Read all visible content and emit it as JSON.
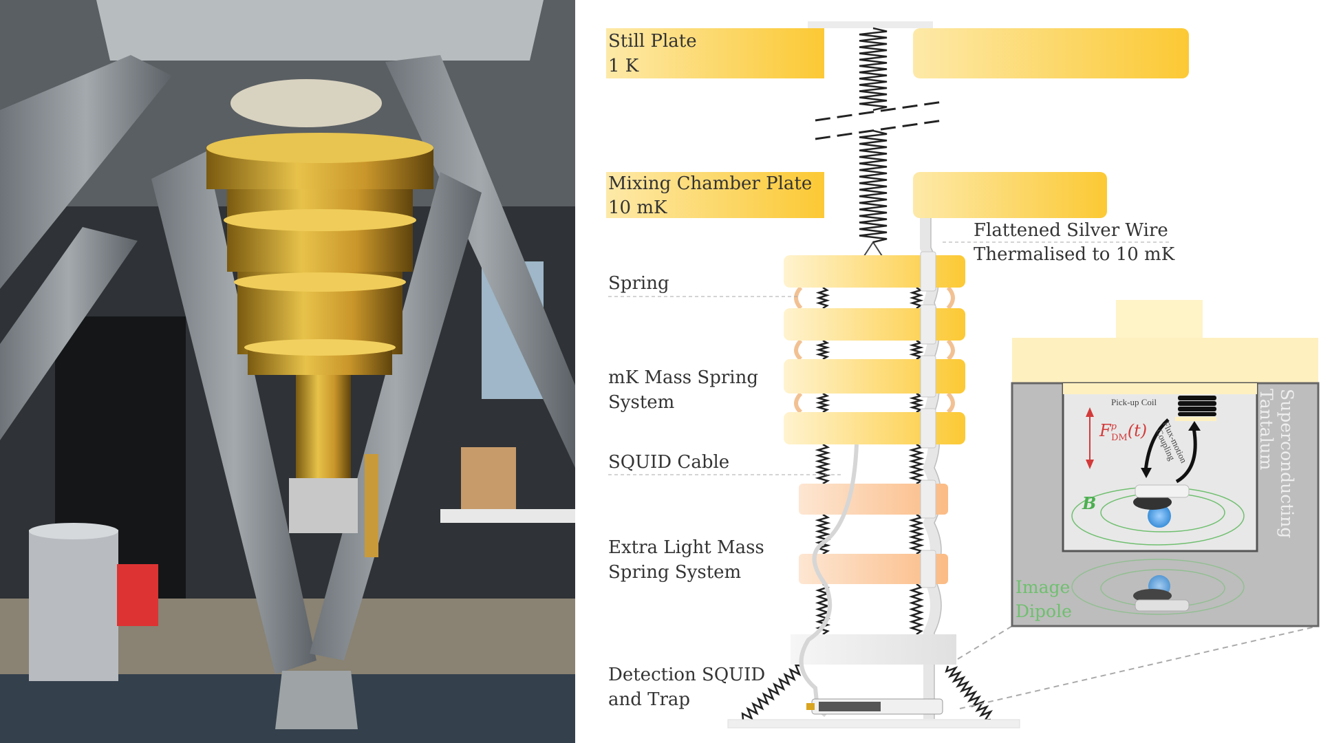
{
  "labels": {
    "still_plate": [
      "Still Plate",
      "1 K"
    ],
    "mixing_chamber": [
      "Mixing Chamber Plate",
      "10 mK"
    ],
    "silver_wire": [
      "Flattened Silver Wire",
      "Thermalised to 10 mK"
    ],
    "spring": "Spring",
    "mk_mass_spring": [
      "mK Mass Spring",
      "System"
    ],
    "squid_cable": "SQUID Cable",
    "extra_light": [
      "Extra Light Mass",
      "Spring System"
    ],
    "detection": [
      "Detection SQUID",
      "and Trap"
    ]
  },
  "inset": {
    "pickup_coil": "Pick-up Coil",
    "force": "F",
    "force_sup": "p",
    "force_sub": "DM",
    "force_arg": "(t)",
    "coupling": [
      "Flux-motion",
      "Coupling"
    ],
    "field": "B",
    "superconducting": [
      "Superconducting",
      "Tantalum"
    ],
    "image_dipole": [
      "Image",
      "Dipole"
    ]
  },
  "colors": {
    "plate_yellow": "#fcc93a",
    "plate_orange": "#fbbf8e",
    "force_red": "#d33a3a",
    "field_green": "#4caf50",
    "tantalum_gray": "#bdbdbd"
  }
}
